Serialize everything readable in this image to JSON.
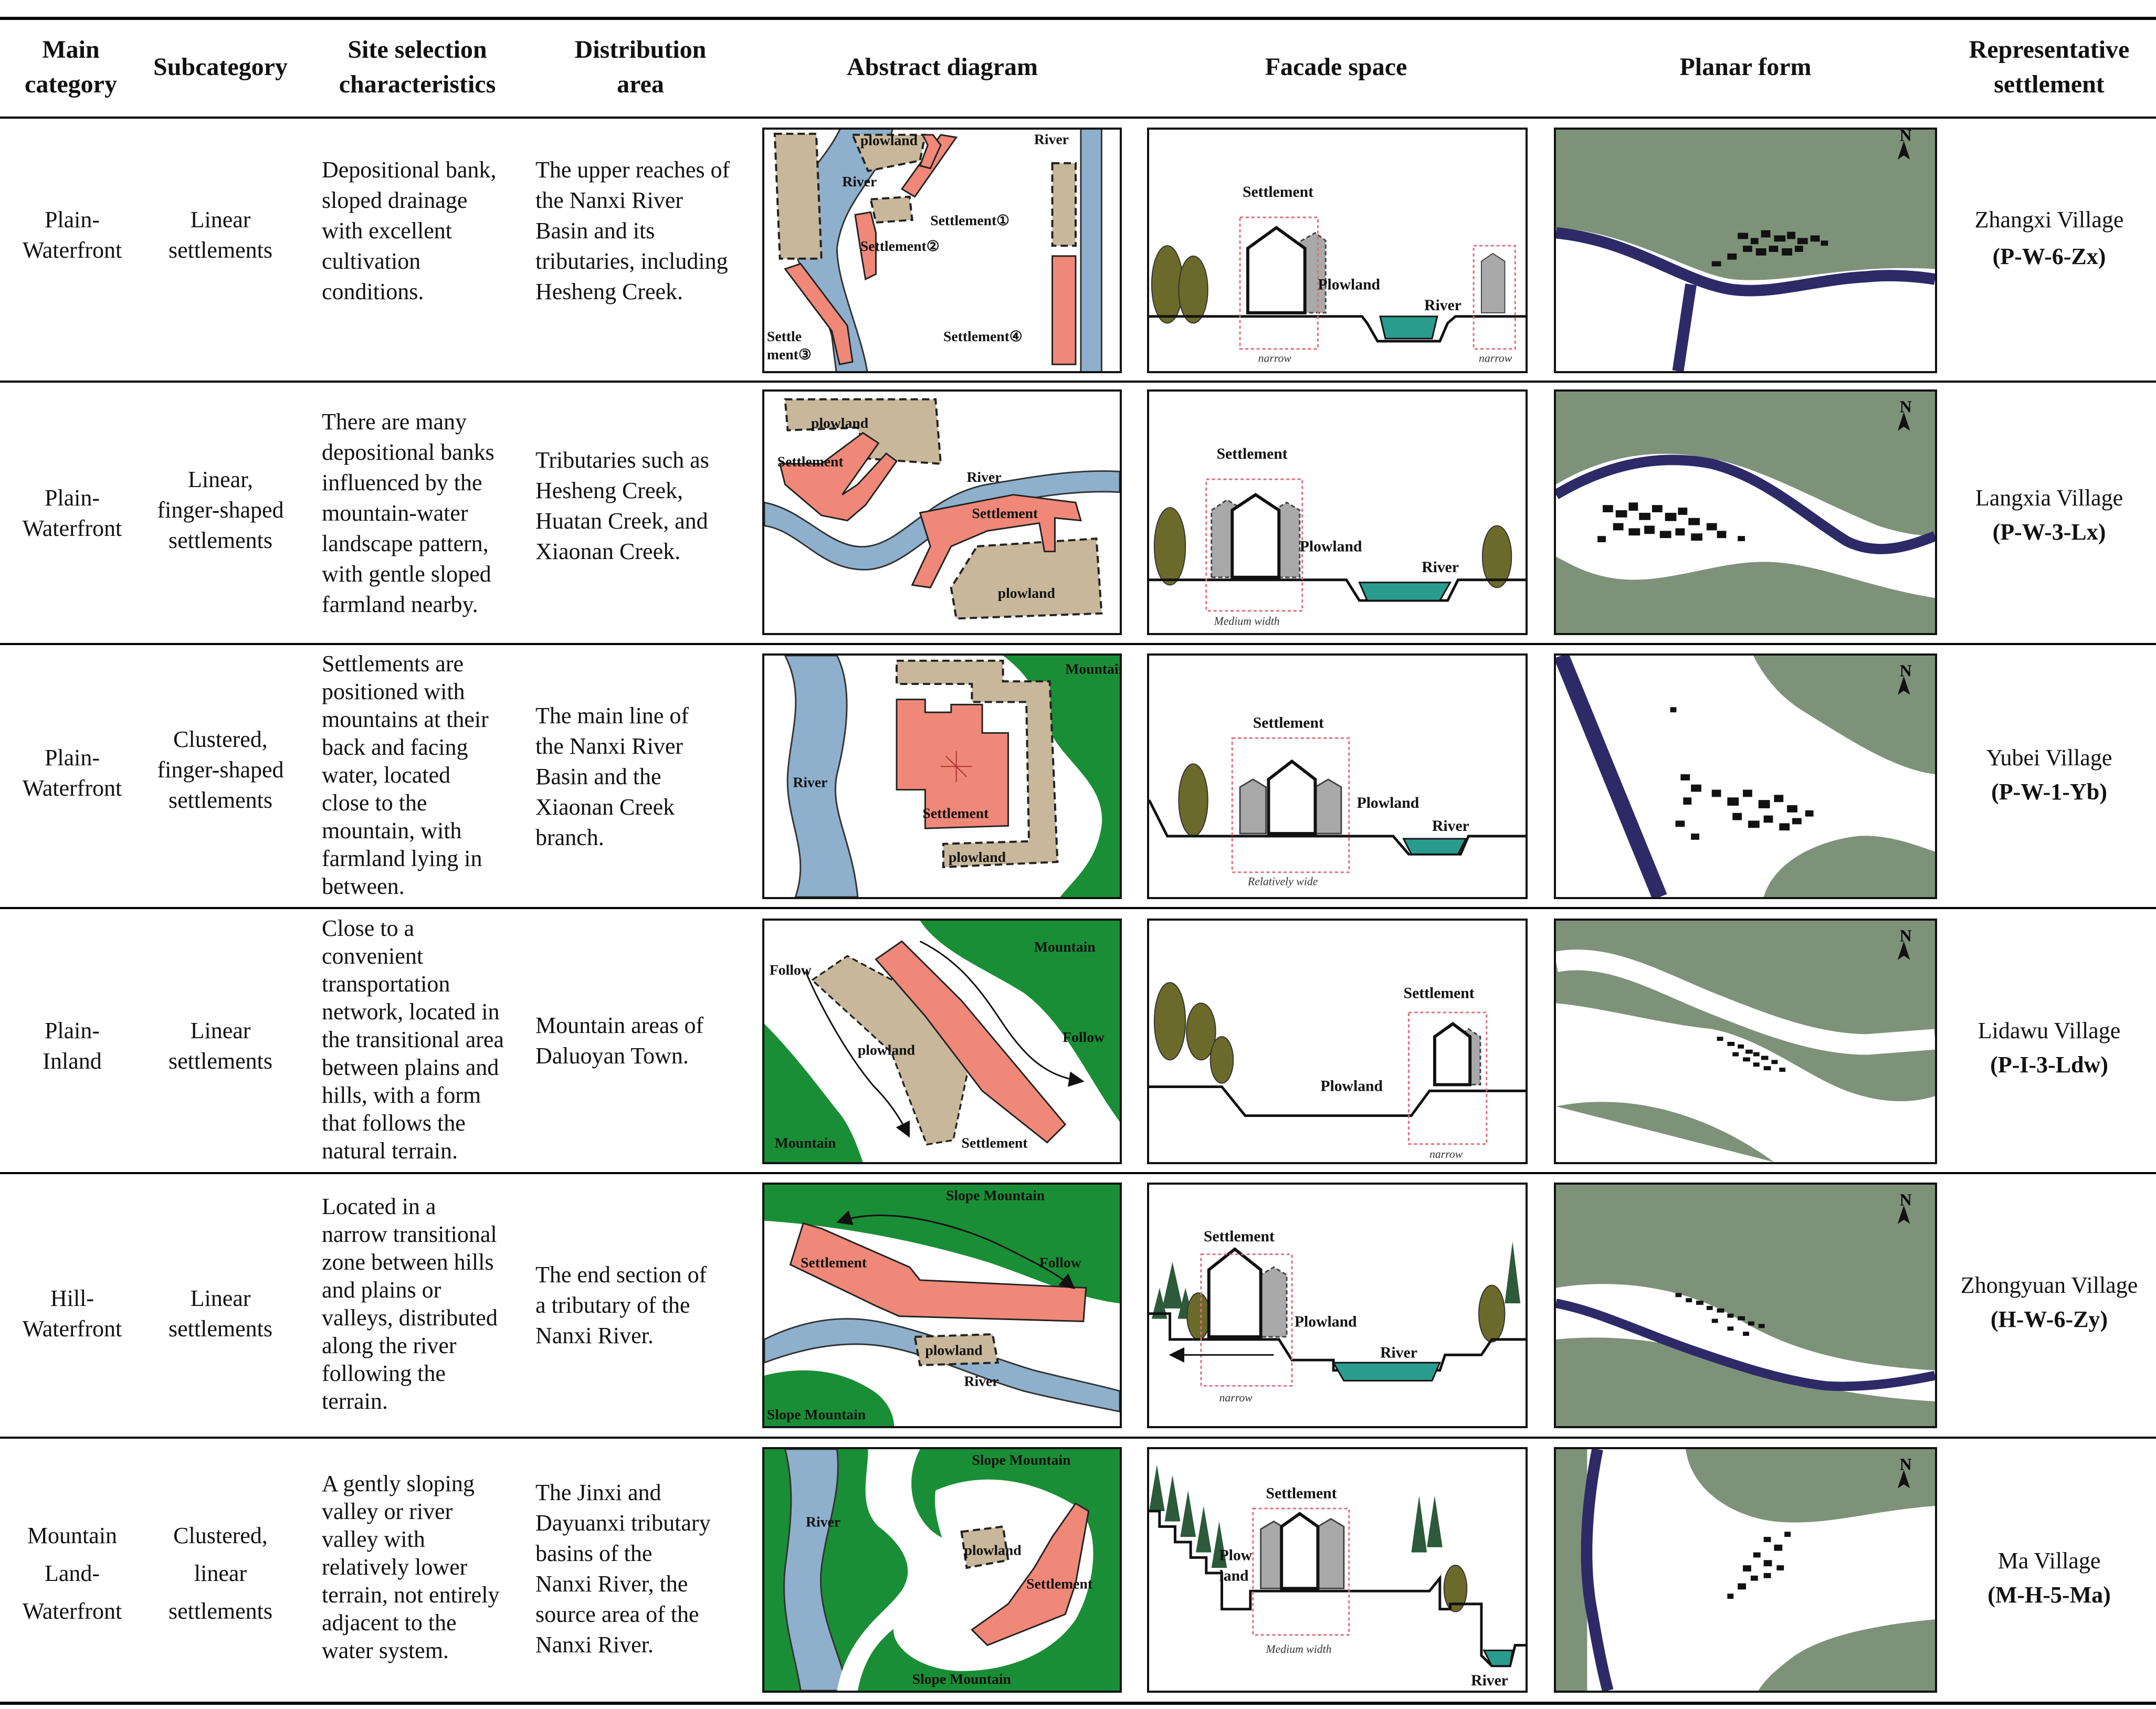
{
  "colors": {
    "river": "#8eb0cd",
    "river_dark": "#2e2a67",
    "settlement": "#ef8878",
    "plowland": "#c8b79a",
    "mountain_green": "#1a8e36",
    "terrain_grey_green": "#7e927a",
    "water_teal": "#2a9c8e",
    "building_grey": "#a9a9a9",
    "tree_olive": "#6b6a2a",
    "dashed_red": "#e06c7a"
  },
  "headers": {
    "main_category": "Main\ncategory",
    "subcategory": "Subcategory",
    "site_selection": "Site selection\ncharacteristics",
    "distribution_area": "Distribution\narea",
    "abstract_diagram": "Abstract diagram",
    "facade_space": "Facade space",
    "planar_form": "Planar form",
    "representative": "Representative\nsettlement"
  },
  "rows": [
    {
      "main": "Plain-\nWaterfront",
      "sub": "Linear\nsettlements",
      "site": "Depositional bank,\nsloped drainage\nwith excellent\ncultivation\nconditions.",
      "dist": "The upper reaches of\nthe Nanxi River\nBasin and its\ntributaries, including\nHesheng Creek.",
      "village": "Zhangxi Village",
      "code": "(P-W-6-Zx)",
      "abstract": {
        "plowland": "plowland",
        "river": "River",
        "river2": "River",
        "s1": "Settlement①",
        "s2": "Settlement②",
        "s3a": "Settle",
        "s3b": "ment③",
        "s4": "Settlement④"
      },
      "facade": {
        "settlement": "Settlement",
        "plowland": "Plowland",
        "river": "River",
        "width1": "narrow",
        "width2": "narrow"
      },
      "compass": "N"
    },
    {
      "main": "Plain-\nWaterfront",
      "sub": "Linear,\nfinger-shaped\nsettlements",
      "site": "There are many\ndepositional banks\ninfluenced by the\nmountain-water\nlandscape pattern,\nwith gentle sloped\nfarmland nearby.",
      "dist": "Tributaries such as\nHesheng Creek,\nHuatan Creek, and\nXiaonan Creek.",
      "village": "Langxia Village",
      "code": "(P-W-3-Lx)",
      "abstract": {
        "plowland1": "plowland",
        "settlement1": "Settlement",
        "river": "River",
        "settlement2": "Settlement",
        "plowland2": "plowland"
      },
      "facade": {
        "settlement": "Settlement",
        "plowland": "Plowland",
        "river": "River",
        "width": "Medium width"
      },
      "compass": "N"
    },
    {
      "main": "Plain-\nWaterfront",
      "sub": "Clustered,\nfinger-shaped\nsettlements",
      "site": "Settlements are\npositioned with\nmountains at their\nback and facing\nwater, located\nclose to the\nmountain, with\nfarmland lying in\nbetween.",
      "dist": "The main line of\nthe Nanxi River\nBasin and the\nXiaonan Creek\nbranch.",
      "village": "Yubei Village",
      "code": "(P-W-1-Yb)",
      "abstract": {
        "mountain": "Mountain",
        "river": "River",
        "settlement": "Settlement",
        "plowland": "plowland"
      },
      "facade": {
        "settlement": "Settlement",
        "plowland": "Plowland",
        "river": "River",
        "width": "Relatively wide"
      },
      "compass": "N"
    },
    {
      "main": "Plain-\nInland",
      "sub": "Linear\nsettlements",
      "site": "Close to a\nconvenient\ntransportation\nnetwork, located in\nthe transitional area\nbetween plains and\nhills, with a form\nthat follows the\nnatural terrain.",
      "dist": "Mountain areas of\nDaluoyan Town.",
      "village": "Lidawu Village",
      "code": "(P-I-3-Ldw)",
      "abstract": {
        "follow1": "Follow",
        "mountain1": "Mountain",
        "plowland": "plowland",
        "follow2": "Follow",
        "mountain2": "Mountain",
        "settlement": "Settlement"
      },
      "facade": {
        "settlement": "Settlement",
        "plowland": "Plowland",
        "width": "narrow"
      },
      "compass": "N"
    },
    {
      "main": "Hill-\nWaterfront",
      "sub": "Linear\nsettlements",
      "site": "Located in a\nnarrow transitional\nzone between hills\nand plains or\nvalleys, distributed\nalong the river\nfollowing the\nterrain.",
      "dist": "The end section of\na tributary of the\nNanxi River.",
      "village": "Zhongyuan Village",
      "code": "(H-W-6-Zy)",
      "abstract": {
        "slope1": "Slope Mountain",
        "settlement": "Settlement",
        "follow": "Follow",
        "plowland": "plowland",
        "river": "River",
        "slope2": "Slope Mountain"
      },
      "facade": {
        "settlement": "Settlement",
        "plowland": "Plowland",
        "river": "River",
        "width": "narrow"
      },
      "compass": "N"
    },
    {
      "main": "Mountain\nLand-\nWaterfront",
      "sub": "Clustered,\nlinear\nsettlements",
      "site": "A gently sloping\nvalley or river\nvalley with\nrelatively lower\nterrain, not entirely\nadjacent to the\nwater system.",
      "dist": "The Jinxi and\nDayuanxi tributary\nbasins of the\nNanxi River, the\nsource area of the\nNanxi River.",
      "village": "Ma Village",
      "code": "(M-H-5-Ma)",
      "abstract": {
        "slope1": "Slope Mountain",
        "river": "River",
        "plowland": "plowland",
        "settlement": "Settlement",
        "slope2": "Slope Mountain"
      },
      "facade": {
        "settlement": "Settlement",
        "plow1": "Plow",
        "plow2": "land",
        "river": "River",
        "width": "Medium width"
      },
      "compass": "N"
    }
  ]
}
